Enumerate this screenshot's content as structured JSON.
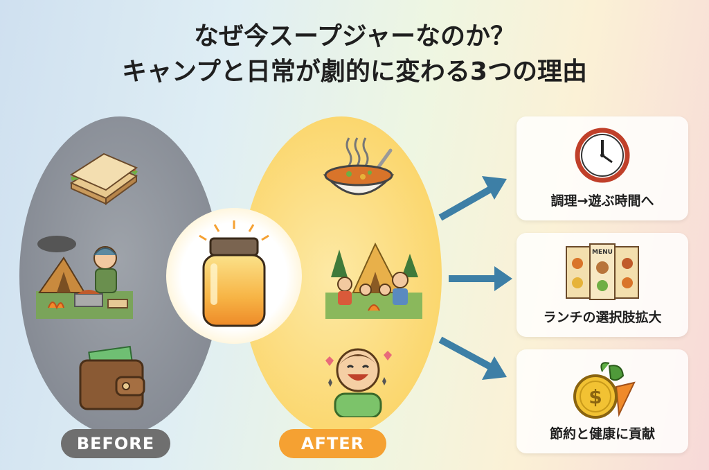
{
  "header": {
    "line1": "なぜ今スープジャーなのか？",
    "line2": "キャンプと日常が劇的に変わる3つの理由"
  },
  "before": {
    "label": "BEFORE",
    "icons": [
      "sandwich-icon",
      "tired-camper-cooking-icon",
      "wallet-icon"
    ]
  },
  "center": {
    "icon": "soup-jar-icon"
  },
  "after": {
    "label": "AFTER",
    "icons": [
      "soup-bowl-icon",
      "family-camping-icon",
      "happy-person-icon"
    ]
  },
  "benefits": [
    {
      "label": "調理→遊ぶ時間へ",
      "icon": "clock-icon"
    },
    {
      "label": "ランチの選択肢拡大",
      "icon": "menu-icon"
    },
    {
      "label": "節約と健康に貢献",
      "icon": "coin-vegetables-icon"
    }
  ],
  "colors": {
    "before_pill": "#6f6f6f",
    "after_pill": "#f5a132",
    "arrow": "#3d7fa6"
  }
}
